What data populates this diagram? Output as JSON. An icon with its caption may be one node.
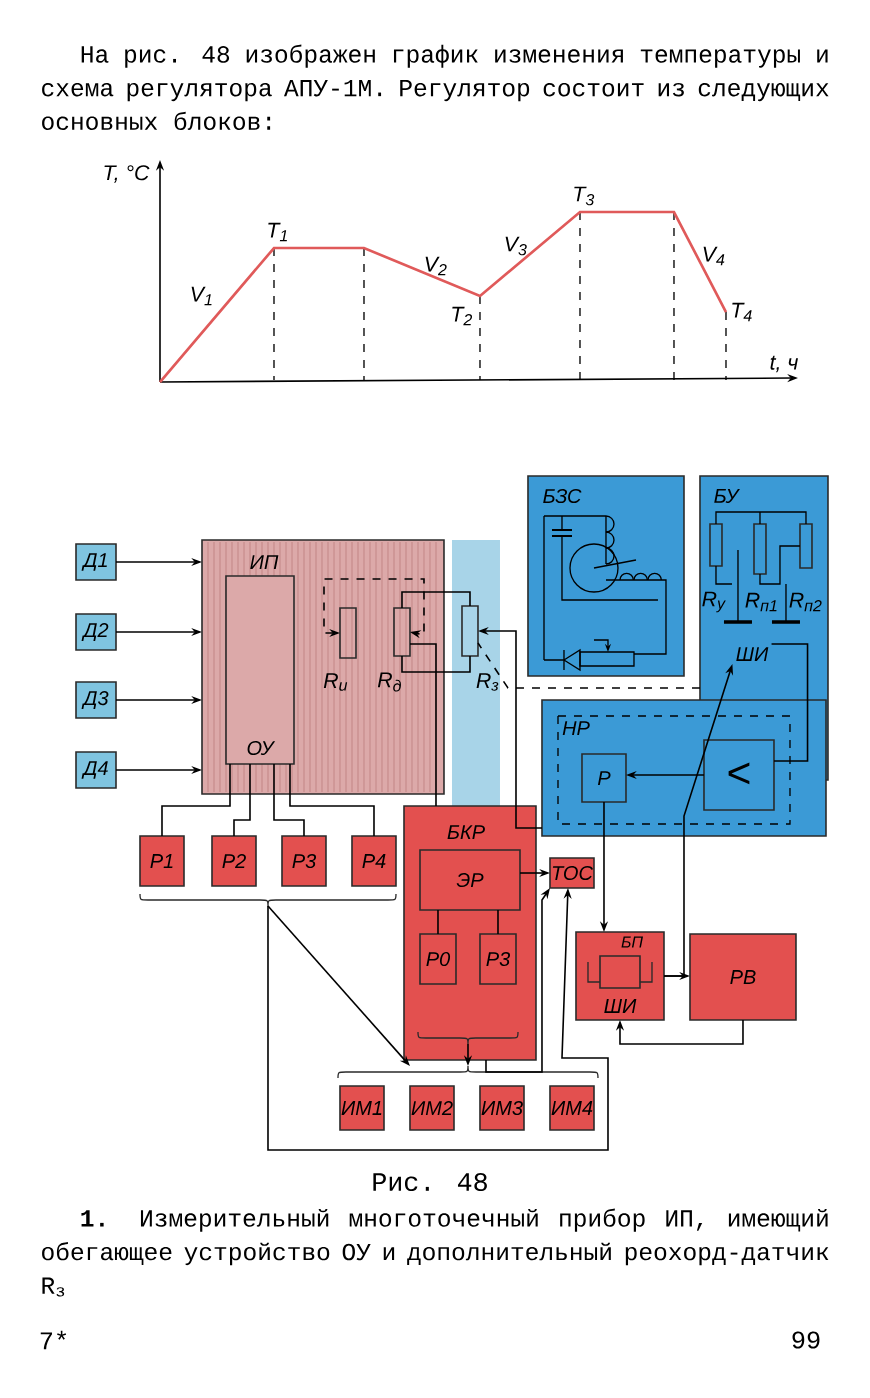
{
  "diagram": {
    "caption": "Рис. 48",
    "nodes": [
      {
        "text": [
          "Д1"
        ]
      },
      {
        "text": [
          "Д2"
        ]
      },
      {
        "text": [
          "Д3"
        ]
      },
      {
        "text": [
          "Д4"
        ]
      },
      {
        "text": [
          "ИП"
        ]
      },
      {
        "text": [
          "ОУ"
        ],
        "in": 4
      },
      {
        "text": [
          "БЗС"
        ]
      },
      {
        "text": [
          "БУ"
        ]
      },
      {
        "text": [
          "ШИ"
        ],
        "in": 7
      },
      {
        "text": [
          "НР"
        ]
      },
      {
        "text": [
          "Р"
        ],
        "in": 9
      },
      {
        "text": [
          "<"
        ],
        "in": 9
      },
      {
        "text": [
          "Р1"
        ]
      },
      {
        "text": [
          "Р2"
        ]
      },
      {
        "text": [
          "Р3"
        ]
      },
      {
        "text": [
          "Р4"
        ]
      },
      {
        "text": [
          "БКР"
        ]
      },
      {
        "text": [
          "ЭР"
        ],
        "in": 16
      },
      {
        "text": [
          "Р0"
        ],
        "in": 16
      },
      {
        "text": [
          "Р3"
        ],
        "in": 16
      },
      {
        "text": [
          "ТОС"
        ]
      },
      {
        "text": [
          "БП",
          "ШИ"
        ]
      },
      {
        "text": [
          "РВ"
        ]
      },
      {
        "text": [
          "ИМ1"
        ]
      },
      {
        "text": [
          "ИМ2"
        ]
      },
      {
        "text": [
          "ИМ3"
        ]
      },
      {
        "text": [
          "ИМ4"
        ]
      },
      {
        "text": [],
        "shape": "brace"
      },
      {
        "text": [],
        "shape": "brace"
      },
      {
        "text": [],
        "shape": "brace",
        "in": 16
      },
      {
        "text": [],
        "shape": "resistor",
        "in": 4,
        "beside": [
          "R$_{и}$"
        ]
      },
      {
        "text": [],
        "shape": "resistor",
        "in": 4,
        "beside": [
          "R$_{д}$"
        ]
      },
      {
        "text": [],
        "shape": "resistor",
        "beside": [
          "R$_{з}$"
        ]
      }
    ],
    "edges": [
      {
        "from": 0,
        "to": 4,
        "arrow": "to"
      },
      {
        "from": 1,
        "to": 4,
        "arrow": "to"
      },
      {
        "from": 2,
        "to": 4,
        "arrow": "to"
      },
      {
        "from": 3,
        "to": 4,
        "arrow": "to"
      },
      {
        "from": 5,
        "to": 12,
        "arrow": "none"
      },
      {
        "from": 5,
        "to": 13,
        "arrow": "none"
      },
      {
        "from": 5,
        "to": 14,
        "arrow": "none"
      },
      {
        "from": 5,
        "to": 15,
        "arrow": "none"
      },
      {
        "from": 11,
        "to": 10,
        "arrow": "to"
      },
      {
        "from": 10,
        "to": 21,
        "arrow": "to"
      },
      {
        "from": 21,
        "to": 22,
        "arrow": "to"
      },
      {
        "from": 22,
        "to": 21,
        "arrow": "to"
      },
      {
        "from": 17,
        "to": 20,
        "arrow": "to"
      },
      {
        "from": 21,
        "to": 8,
        "arrow": "to"
      },
      {
        "from": 16,
        "to": 20,
        "arrow": "to"
      },
      {
        "from": 27,
        "to": 20,
        "arrow": "to"
      },
      {
        "from": 27,
        "to": 28,
        "arrow": "to"
      },
      {
        "from": 29,
        "to": 28,
        "arrow": "to"
      },
      {
        "from": 31,
        "to": 16,
        "arrow": "none"
      },
      {
        "from": 17,
        "to": 18,
        "arrow": "none"
      },
      {
        "from": 17,
        "to": 19,
        "arrow": "none"
      },
      {
        "from": 8,
        "to": 11,
        "arrow": "none"
      },
      {
        "from": 9,
        "to": 32,
        "arrow": "to"
      },
      {
        "from": 7,
        "to": 32,
        "arrow": "none",
        "style": "dashed"
      },
      {
        "from": 31,
        "to": 32,
        "arrow": "none"
      },
      {
        "from": 31,
        "to": 32,
        "arrow": "none"
      },
      {
        "from": 30,
        "to": 31,
        "arrow": "both",
        "style": "dashed"
      }
    ],
    "labels": [
      "На рис. 48 изображен график изменения температуры и схема регулятора АПУ-1М. Регулятор состоит из следующих основных блоков:",
      "T, °C",
      "T$_{1}$",
      "V$_{1}$",
      "V$_{2}$",
      "V$_{3}$",
      "T$_{3}$",
      "T$_{2}$",
      "V$_{4}$",
      "T$_{4}$",
      "t, ч",
      "R$_{у}$",
      "R$_{п1}$",
      "R$_{п2}$",
      "**1.** Измерительный многоточечный прибор ИП, имеющий обегающее устройство ОУ и дополнительный реохорд-датчик R$_{з}$",
      "7*",
      "99"
    ]
  }
}
